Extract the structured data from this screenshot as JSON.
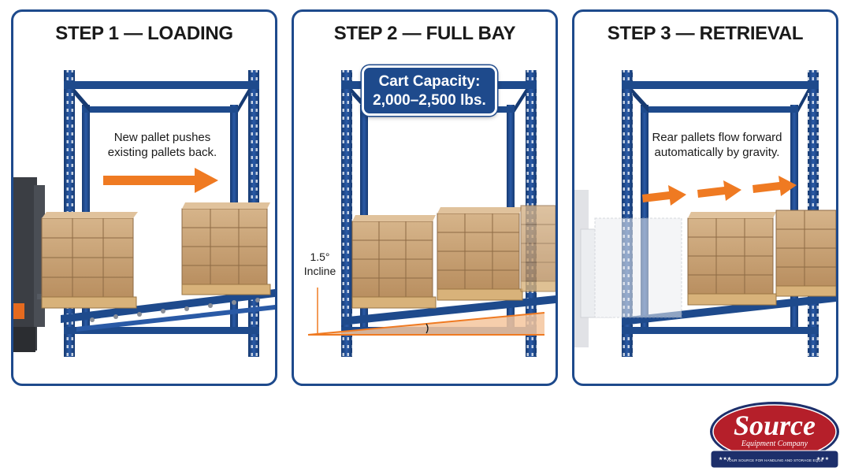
{
  "panels": [
    {
      "title": "STEP 1 — LOADING",
      "caption_lines": [
        "New pallet pushes",
        "existing pallets back."
      ]
    },
    {
      "title": "STEP 2 — FULL BAY",
      "badge_lines": [
        "Cart Capacity:",
        "2,000–2,500 lbs."
      ],
      "incline_lines": [
        "1.5°",
        "Incline"
      ]
    },
    {
      "title": "STEP 3 — RETRIEVAL",
      "caption_lines": [
        "Rear pallets flow forward",
        "automatically by gravity."
      ]
    }
  ],
  "logo": {
    "name": "Source",
    "subtitle": "Equipment Company",
    "tagline": "YOUR SOURCE FOR HANDLING AND STORAGE EQUIPMENT SOLUTIONS"
  },
  "colors": {
    "rack_blue": "#1e4a8c",
    "arrow_orange": "#ef7a22",
    "box_brown": "#c9a57a",
    "pallet_wood": "#d8b27a",
    "logo_red": "#b51f2a",
    "logo_navy": "#1d2f6b"
  }
}
